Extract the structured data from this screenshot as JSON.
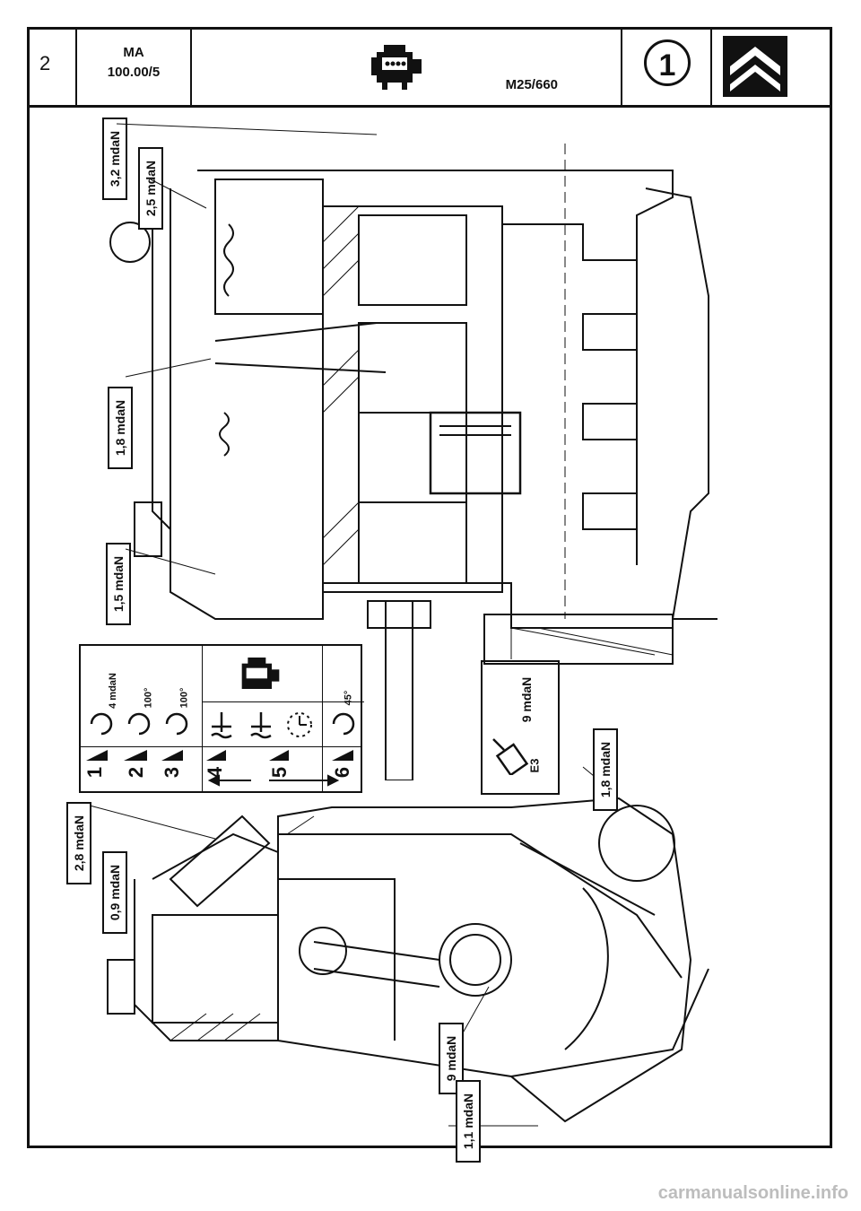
{
  "header": {
    "page_number": "2",
    "doc_code_line1": "MA",
    "doc_code_line2": "100.00/5",
    "model": "M25/660",
    "circle_number": "1",
    "engine_icon": "engine-icon",
    "logo_icon": "citroen-chevron-logo"
  },
  "torques": {
    "t1": "3,2 mdaN",
    "t2": "2,5 mdaN",
    "t3": "1,8 mdaN",
    "t4": "1,5 mdaN",
    "t5": "9 mdaN",
    "t5_note": "E3",
    "t6": "1,8 mdaN",
    "t7": "2,8 mdaN",
    "t8": "0,9 mdaN",
    "t9": "9 mdaN",
    "t10": "1,1 mdaN"
  },
  "legend": {
    "steps": [
      "1",
      "2",
      "3",
      "4",
      "5",
      "6"
    ],
    "values": [
      "4 mdaN",
      "100°",
      "100°",
      "45°"
    ]
  },
  "watermark": "carmanualsonline.info"
}
